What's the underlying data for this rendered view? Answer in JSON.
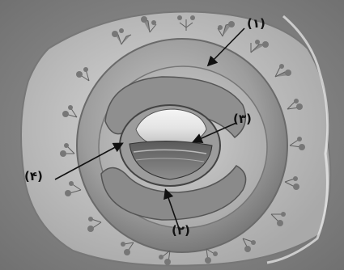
{
  "figure": {
    "labels": [
      {
        "id": "label-1",
        "text": "(۱)"
      },
      {
        "id": "label-2",
        "text": "(۲)"
      },
      {
        "id": "label-3",
        "text": "(۳)"
      },
      {
        "id": "label-4",
        "text": "(۴)"
      }
    ]
  }
}
